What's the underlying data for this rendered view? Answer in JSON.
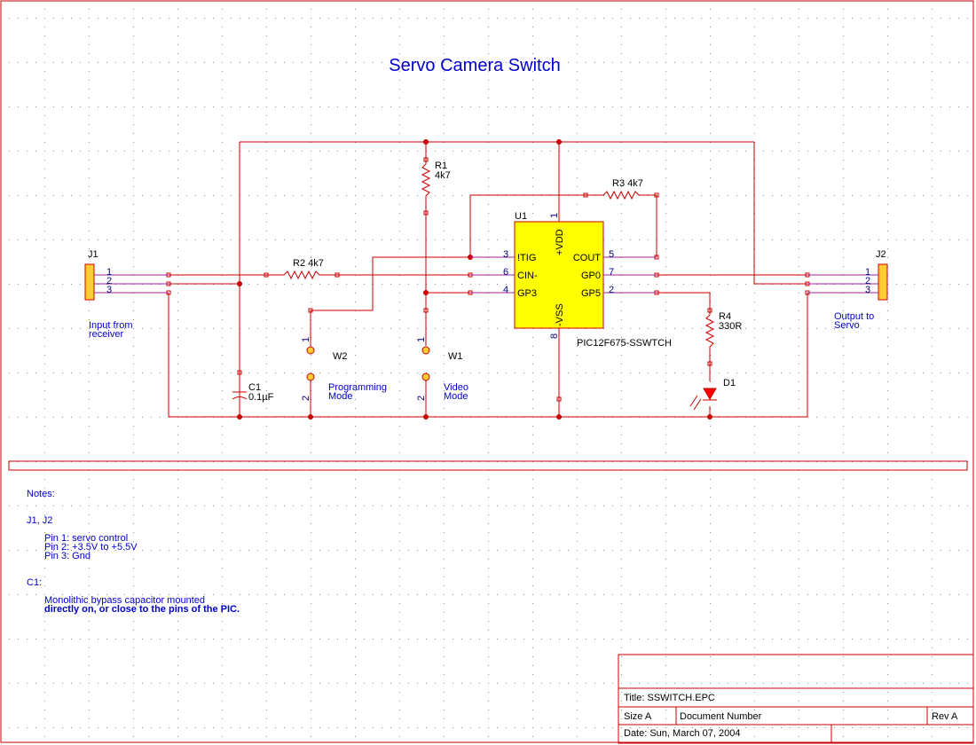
{
  "title": "Servo Camera Switch",
  "colors": {
    "wire": "#cc0000",
    "text": "#0000cc",
    "pin_line": "#a020a0",
    "ic_fill": "#ffff00",
    "jumper_fill": "#ffcc33",
    "grid_dot": "#888888"
  },
  "connectors": {
    "j1": {
      "ref": "J1",
      "pins": [
        "1",
        "2",
        "3"
      ],
      "caption_1": "Input from",
      "caption_2": "receiver"
    },
    "j2": {
      "ref": "J2",
      "pins": [
        "1",
        "2",
        "3"
      ],
      "caption_1": "Output to",
      "caption_2": "Servo"
    }
  },
  "ic": {
    "ref": "U1",
    "part": "PIC12F675-SSWTCH",
    "left_pins": [
      {
        "num": "3",
        "name": "!TIG"
      },
      {
        "num": "6",
        "name": "CIN-"
      },
      {
        "num": "4",
        "name": "GP3"
      }
    ],
    "right_pins": [
      {
        "num": "5",
        "name": "COUT"
      },
      {
        "num": "7",
        "name": "GP0"
      },
      {
        "num": "2",
        "name": "GP5"
      }
    ],
    "top_pin": {
      "num": "1",
      "name": "+VDD"
    },
    "bottom_pin": {
      "num": "8",
      "name": "-VSS"
    }
  },
  "resistors": {
    "r1": {
      "ref": "R1",
      "value": "4k7"
    },
    "r2": {
      "label": "R2 4k7"
    },
    "r3": {
      "label": "R3 4k7"
    },
    "r4": {
      "ref": "R4",
      "value": "330R"
    }
  },
  "capacitor": {
    "ref": "C1",
    "value": "0.1µF"
  },
  "diode": {
    "ref": "D1"
  },
  "jumpers": {
    "w1": {
      "ref": "W1",
      "pin1": "1",
      "pin2": "2",
      "caption_1": "Video",
      "caption_2": "Mode"
    },
    "w2": {
      "ref": "W2",
      "pin1": "1",
      "pin2": "2",
      "caption_1": "Programming",
      "caption_2": "Mode"
    }
  },
  "notes": {
    "heading": "Notes:",
    "j_heading": "J1, J2",
    "j_lines": [
      "Pin 1: servo control",
      "Pin 2: +3.5V to +5.5V",
      "Pin 3: Gnd"
    ],
    "c_heading": "C1:",
    "c_lines": [
      "Monolithic bypass capacitor mounted",
      "directly on, or close to the pins of the PIC."
    ]
  },
  "title_block": {
    "title": "Title: SSWITCH.EPC",
    "size": "Size A",
    "doc_number": "Document Number",
    "rev": "Rev A",
    "date": "Date: Sun, March 07, 2004"
  }
}
